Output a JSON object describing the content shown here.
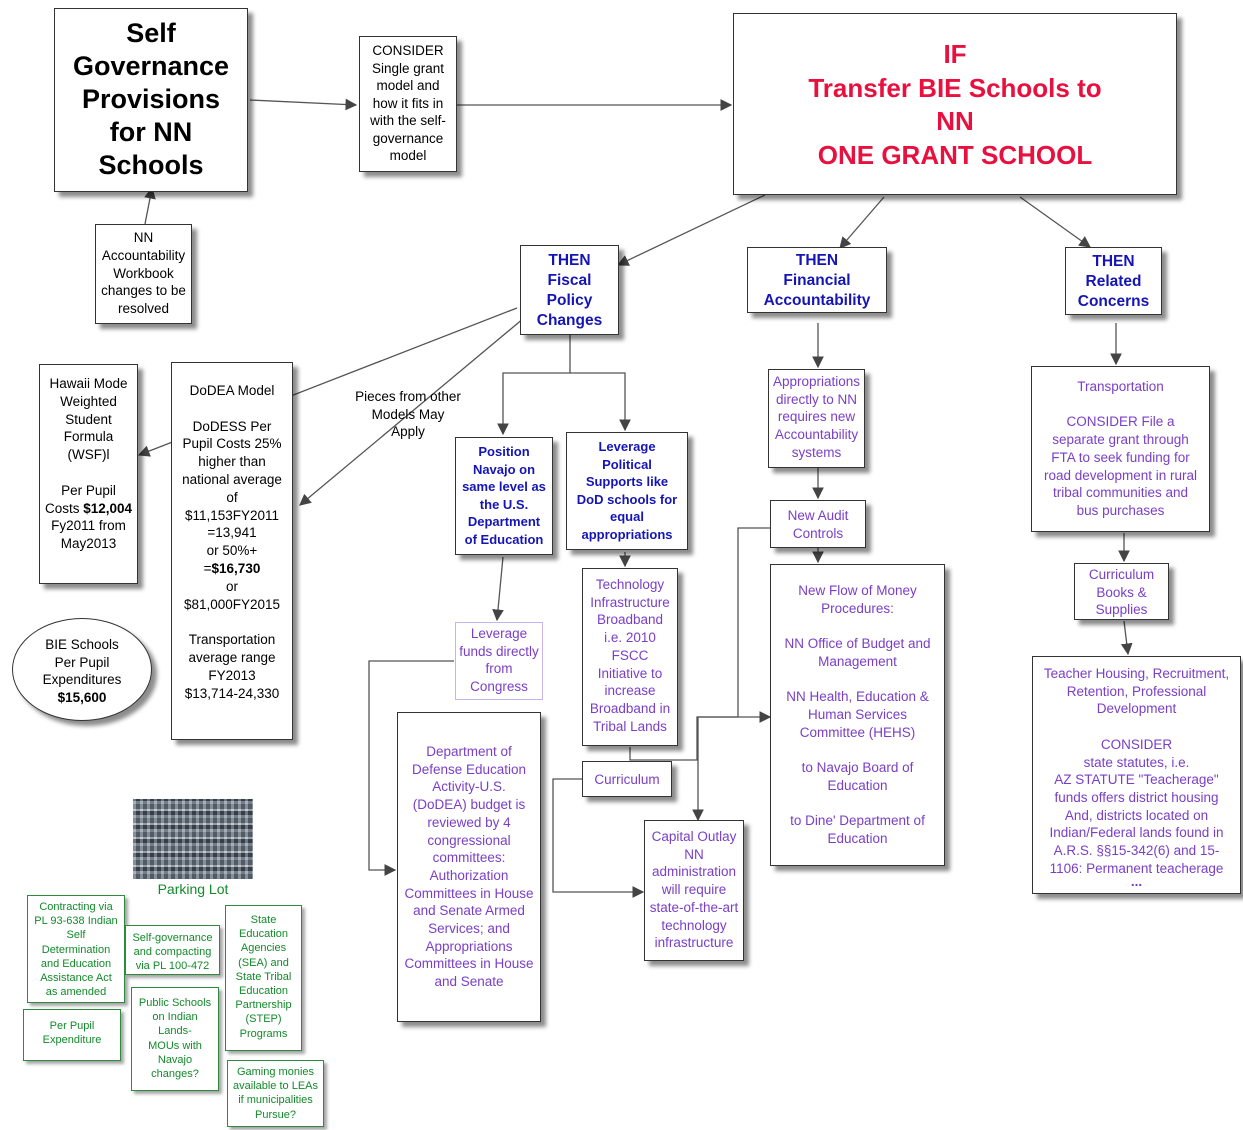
{
  "colors": {
    "red_title": "#e8103f",
    "purple_text": "#7a3fc7",
    "blue_text": "#1515b5",
    "green_text": "#128a2a"
  },
  "self_gov": "Self\nGovernance\nProvisions\nfor NN\nSchools",
  "consider_single": "CONSIDER\nSingle grant\nmodel and\nhow it fits in\nwith the self-\ngovernance\nmodel",
  "if_box": "IF\nTransfer BIE Schools to\nNN\nONE GRANT SCHOOL",
  "nn_workbook": "NN\nAccountability\nWorkbook\nchanges to be\nresolved",
  "then_fiscal": "THEN\nFiscal\nPolicy\nChanges",
  "then_financial": "THEN\nFinancial\nAccountability",
  "then_related": "THEN\nRelated\nConcerns",
  "hawaii": {
    "a": "Hawaii Mode\nWeighted\nStudent\nFormula\n(WSF)l\n\nPer Pupil\nCosts ",
    "b": "$12,004",
    "c": "\nFy2011 from\nMay2013"
  },
  "dodea": {
    "a": "DoDEA Model\n\nDoDESS Per\nPupil Costs 25%\nhigher than\nnational average\nof\n$11,153FY2011\n=13,941\nor 50%+\n=",
    "b": "$16,730",
    "c": "\nor\n$81,000FY2015\n\nTransportation\naverage range\nFY2013\n$13,714-24,330"
  },
  "pieces_label": "Pieces from other\nModels May\nApply",
  "bie_ellipse": {
    "a": "BIE Schools\nPer Pupil\nExpenditures\n",
    "b": "$15,600"
  },
  "position_navajo": "Position\nNavajo on\nsame level as\nthe U.S.\nDepartment\nof Education",
  "leverage_political": "Leverage\nPolitical\nSupports like\nDoD schools for\nequal\nappropriations",
  "leverage_funds": "Leverage\nfunds directly\nfrom\nCongress",
  "technology": "Technology\nInfrastructure\nBroadband\ni.e. 2010\nFSCC\nInitiative to\nincrease\nBroadband in\nTribal Lands",
  "curriculum": "Curriculum",
  "dept_defense": "Department of\nDefense Education\nActivity-U.S.\n(DoDEA) budget is\nreviewed by 4\ncongressional\ncommittees:\nAuthorization\nCommittees in House\nand Senate Armed\nServices; and\nAppropriations\nCommittees in House\nand Senate",
  "capital_outlay": "Capital Outlay\nNN\nadministration\nwill require\nstate-of-the-art\ntechnology\ninfrastructure",
  "appropriations": "Appropriations\ndirectly to NN\nrequires new\nAccountability\nsystems",
  "new_audit": "New Audit\nControls",
  "new_flow": "New Flow of Money\nProcedures:\n\nNN Office of Budget and\nManagement\n\nNN Health, Education &\nHuman Services\nCommittee (HEHS)\n\nto Navajo Board of\nEducation\n\nto Dine' Department of\nEducation",
  "transportation": "Transportation\n\nCONSIDER File a\nseparate grant through\nFTA to seek funding for\nroad development in rural\ntribal communities and\nbus purchases",
  "curriculum_books": "Curriculum\nBooks &\nSupplies",
  "teacher_housing": "Teacher Housing, Recruitment,\nRetention, Professional\nDevelopment\n\nCONSIDER\nstate statutes, i.e.\nAZ STATUTE \"Teacherage\"\nfunds offers district housing\nAnd, districts located on\nIndian/Federal lands found in\nA.R.S. §§15-342(6) and 15-\n1106: Permanent teacherage",
  "teacher_more": "...",
  "parking_lot": "Parking Lot",
  "parking_items": {
    "contracting": "Contracting via\nPL 93-638 Indian\nSelf\nDetermination\nand Education\nAssistance Act\nas amended",
    "self_governance": "Self-governance\nand compacting\nvia PL 100-472",
    "state_education": "State\nEducation\nAgencies\n(SEA) and\nState Tribal\nEducation\nPartnership\n(STEP)\nPrograms",
    "per_pupil": "Per Pupil\nExpenditure",
    "public_schools": "Public Schools\non Indian\nLands-\nMOUs with\nNavajo\nchanges?",
    "gaming": "Gaming monies\navailable to LEAs\nif municipalities\nPursue?"
  }
}
